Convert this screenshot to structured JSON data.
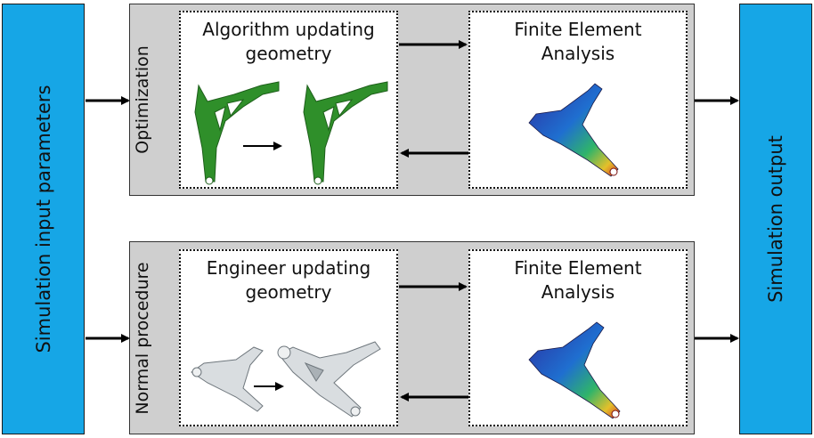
{
  "input": {
    "label": "Simulation input parameters"
  },
  "output": {
    "label": "Simulation output"
  },
  "optimization": {
    "label": "Optimization",
    "left_title": [
      "Algorithm updating",
      "geometry"
    ],
    "right_title": [
      "Finite Element",
      "Analysis"
    ]
  },
  "normal": {
    "label": "Normal procedure",
    "left_title": [
      "Engineer updating",
      "geometry"
    ],
    "right_title": [
      "Finite Element",
      "Analysis"
    ]
  },
  "colors": {
    "side": "#16a6e6",
    "panel": "#cfcfcf",
    "green_part": "#2f8f2a",
    "grey_part": "#d9dde0"
  }
}
